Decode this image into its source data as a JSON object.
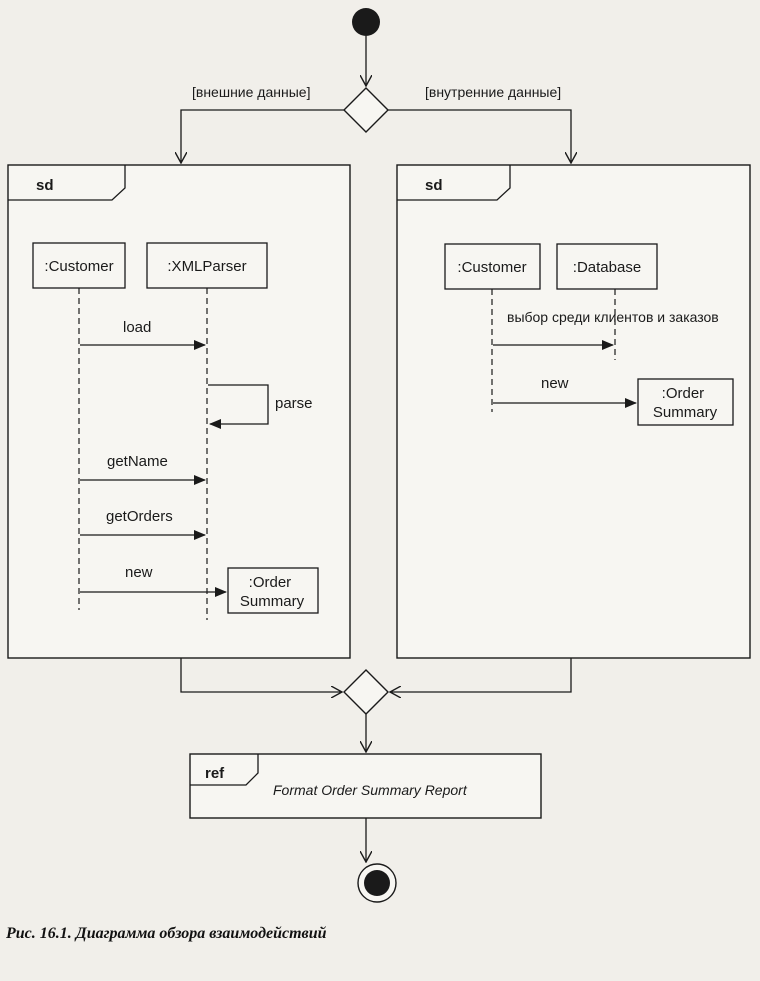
{
  "diagram": {
    "guard_left": "[внешние данные]",
    "guard_right": "[внутренние данные]",
    "frame_left": {
      "tag": "sd",
      "lifelines": [
        ":Customer",
        ":XMLParser"
      ],
      "messages": [
        "load",
        "parse",
        "getName",
        "getOrders",
        "new"
      ],
      "created": ":Order\nSummary"
    },
    "frame_right": {
      "tag": "sd",
      "lifelines": [
        ":Customer",
        ":Database"
      ],
      "messages": [
        "выбор среди клиентов и заказов",
        "new"
      ],
      "created": ":Order\nSummary"
    },
    "ref_frame": {
      "tag": "ref",
      "label": "Format Order Summary Report"
    }
  },
  "caption": "Рис. 16.1. Диаграмма обзора взаимодействий"
}
